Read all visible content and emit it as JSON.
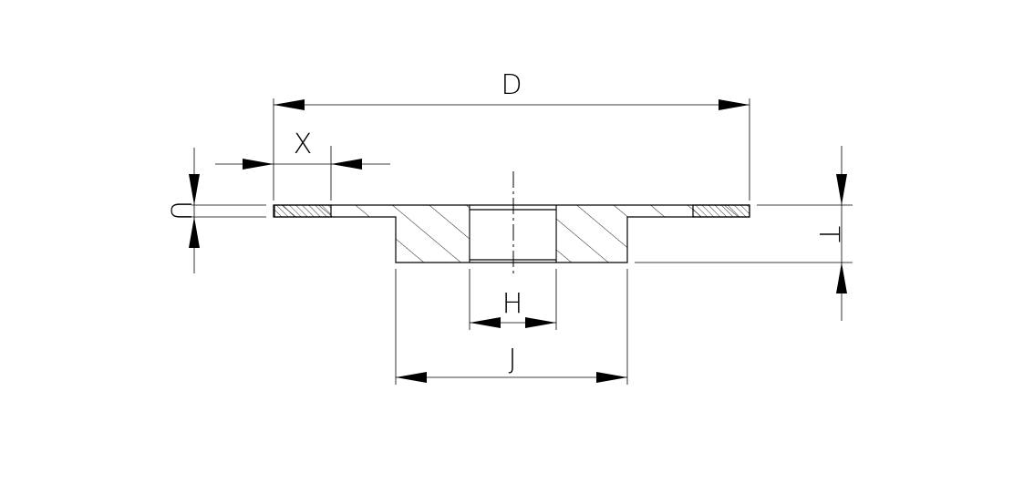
{
  "diagram": {
    "dimensions": {
      "outer_diameter": "D",
      "rim_width": "X",
      "rim_thickness": "U",
      "total_thickness": "T",
      "bore": "H",
      "hub_diameter": "J"
    },
    "colors": {
      "line": "#000000",
      "background": "#ffffff"
    }
  }
}
